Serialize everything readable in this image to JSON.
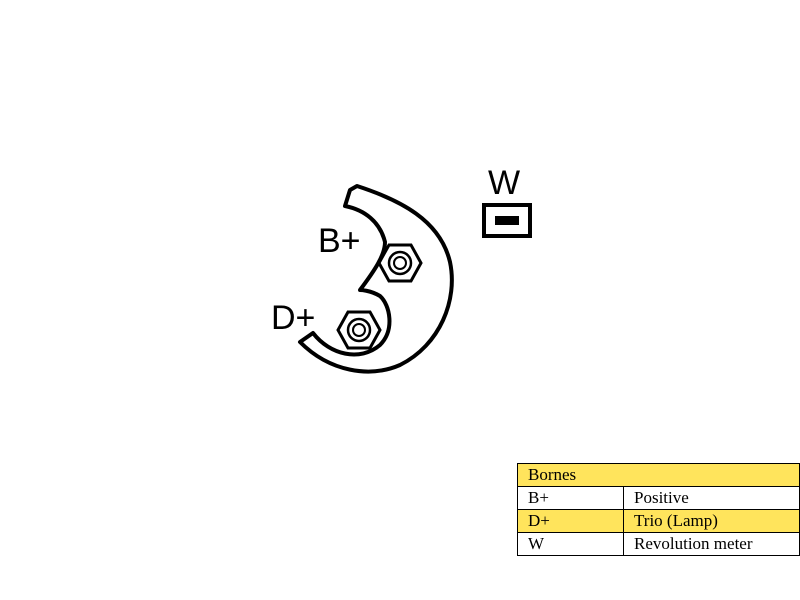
{
  "terminals": {
    "b_plus": "B+",
    "d_plus": "D+",
    "w": "W"
  },
  "legend": {
    "title": "Bornes",
    "highlight_color": "#ffe45c",
    "rows": [
      {
        "code": "B+",
        "meaning": "Positive",
        "highlighted": false
      },
      {
        "code": "D+",
        "meaning": "Trio (Lamp)",
        "highlighted": true
      },
      {
        "code": "W",
        "meaning": "Revolution meter",
        "highlighted": false
      }
    ]
  }
}
